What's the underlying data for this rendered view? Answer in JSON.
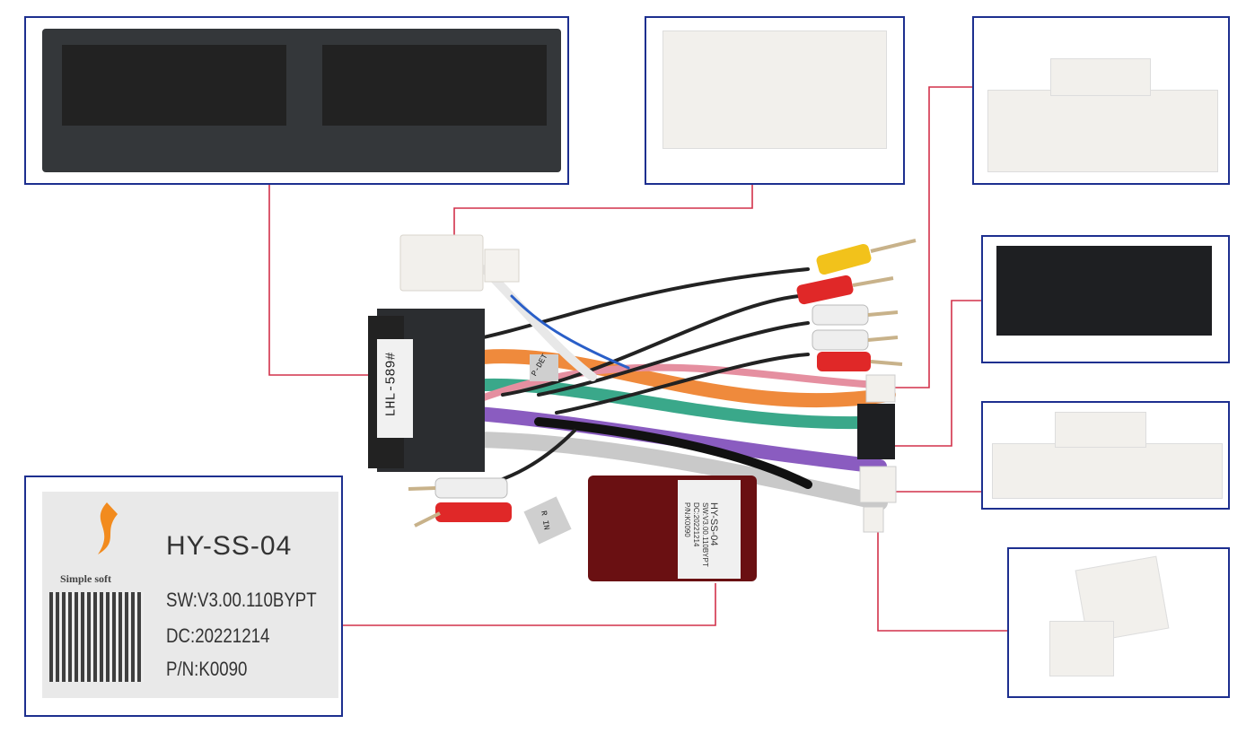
{
  "colors": {
    "frame": "#1d2f8f",
    "leader": "#d2314a",
    "connector_dark": "#2b2d30",
    "connector_white": "#f2f0ec"
  },
  "harness": {
    "connector_tag": "LHL-589#",
    "sleeve_tag_1": "P-DET",
    "sleeve_tag_2": "R IN"
  },
  "label": {
    "brand": "Simple soft",
    "model": "HY-SS-04",
    "software": "SW:V3.00.110BYPT",
    "date_code": "DC:20221214",
    "part_number": "P/N:K0090"
  },
  "module_label": {
    "model": "HY-SS-04",
    "software": "SW:V3.00.110BYPT",
    "date_code": "DC:20221214",
    "part_number": "P/N:K0090"
  }
}
